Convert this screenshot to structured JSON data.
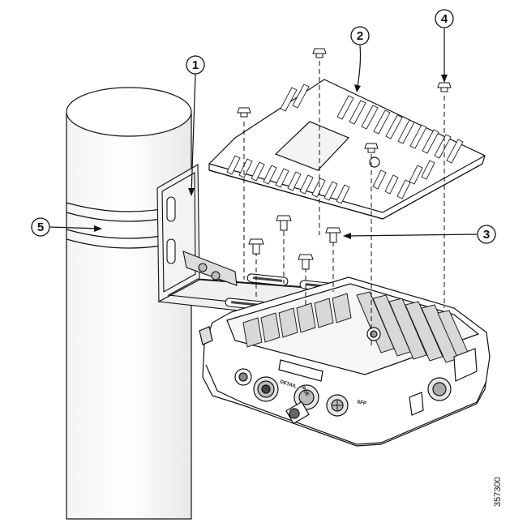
{
  "diagram": {
    "figure_id": "357300",
    "callouts": [
      {
        "id": "1",
        "label": "1"
      },
      {
        "id": "2",
        "label": "2"
      },
      {
        "id": "3",
        "label": "3"
      },
      {
        "id": "4",
        "label": "4"
      },
      {
        "id": "5",
        "label": "5"
      }
    ],
    "port_labels": {
      "port_a": "DETAIL",
      "port_b": "POE",
      "port_c": "SFP"
    },
    "colors": {
      "line": "#111111",
      "fill_light": "#ffffff",
      "fill_shade": "#e6e6e6",
      "fill_dark": "#9a9a9a"
    }
  }
}
